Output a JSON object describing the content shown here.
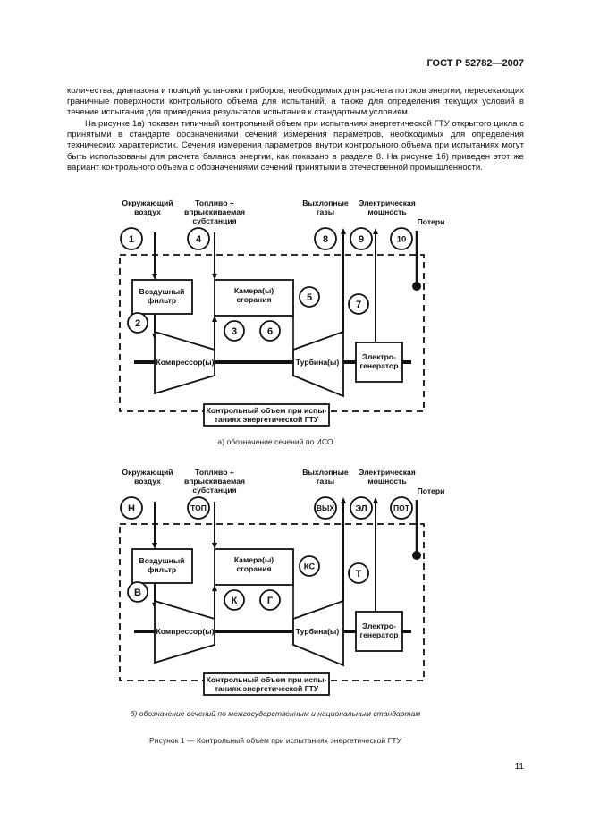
{
  "header": {
    "standard": "ГОСТ Р 52782—2007"
  },
  "body": {
    "para1": "количества, диапазона и позиций установки приборов, необходимых для расчета потоков энергии, пересекающих граничные поверхности контрольного объема для испытаний, а также для определения текущих условий в течение испытания для приведения результатов испытания к стандартным условиям.",
    "para2": "На рисунке 1а) показан типичный контрольный объем при испытаниях энергетической ГТУ открытого цикла с принятыми в стандарте обозначениями сечений измерения параметров, необходимых для определения технических характеристик. Сечения измерения параметров внутри контрольного объема при испытаниях могут быть использованы для расчета баланса энергии, как показано в разделе 8. На рисунке 1б) приведен этот же вариант контрольного объема с обозначениями сечений принятыми в отечественной промышленности."
  },
  "diagram_labels": {
    "ambient_air": [
      "Окружающий",
      "воздух"
    ],
    "fuel": [
      "Топливо +",
      "впрыскиваемая",
      "субстанция"
    ],
    "exhaust": [
      "Выхлопные",
      "газы"
    ],
    "electric_power": [
      "Электрическая",
      "мощность"
    ],
    "losses": "Потери",
    "air_filter": [
      "Воздушный",
      "фильтр"
    ],
    "combustion": [
      "Камера(ы)",
      "сгорания"
    ],
    "compressor": "Компрессор(ы)",
    "turbine": "Турбина(ы)",
    "generator": [
      "Электро-",
      "генератор"
    ],
    "control_volume": [
      "Контрольный объем при испы-",
      "таниях энергетической ГТУ"
    ]
  },
  "figure_a": {
    "caption": "а)  обозначение сечений по ИСО",
    "sections": [
      "1",
      "4",
      "8",
      "9",
      "10",
      "2",
      "3",
      "6",
      "5",
      "7"
    ]
  },
  "figure_b": {
    "caption": "б)  обозначение сечений по межгосударственным и национальным стандартам",
    "sections": [
      "Н",
      "ТОП",
      "ВЫХ",
      "ЭЛ",
      "ПОТ",
      "В",
      "К",
      "Г",
      "КС",
      "Т"
    ]
  },
  "figure_title": "Рисунок 1 — Контрольный объем при испытаниях энергетической ГТУ",
  "page_number": "11"
}
